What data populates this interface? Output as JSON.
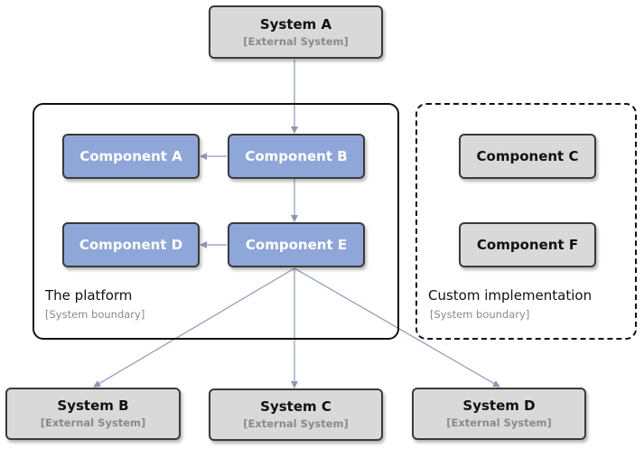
{
  "colors": {
    "external_fill": "#d9d9d9",
    "component_fill": "#8fa6d9",
    "arrow": "#8a99b8"
  },
  "systems": {
    "a": {
      "name": "System A",
      "type": "[External System]"
    },
    "b": {
      "name": "System B",
      "type": "[External System]"
    },
    "c": {
      "name": "System C",
      "type": "[External System]"
    },
    "d": {
      "name": "System D",
      "type": "[External System]"
    }
  },
  "platform": {
    "label": "The platform",
    "type": "[System boundary]",
    "components": {
      "a": "Component A",
      "b": "Component B",
      "d": "Component D",
      "e": "Component E"
    }
  },
  "custom": {
    "label": "Custom implementation",
    "type": "[System boundary]",
    "components": {
      "c": "Component C",
      "f": "Component F"
    }
  }
}
